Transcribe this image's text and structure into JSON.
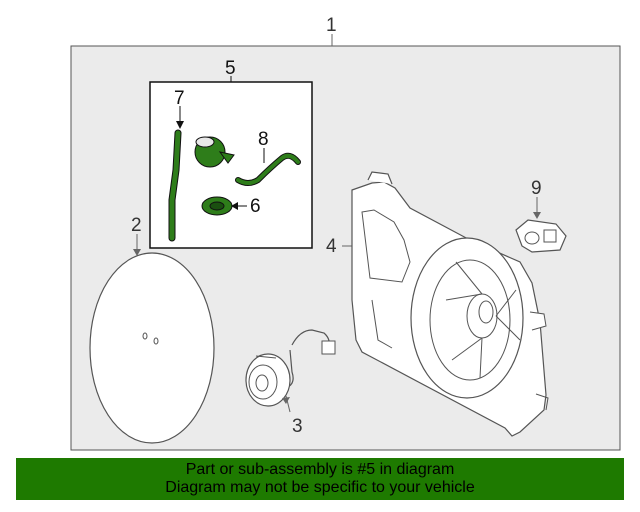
{
  "callouts": {
    "c1": "1",
    "c2": "2",
    "c3": "3",
    "c4": "4",
    "c5": "5",
    "c6": "6",
    "c7": "7",
    "c8": "8",
    "c9": "9"
  },
  "banner": {
    "line1": "Part or sub-assembly is #5 in diagram",
    "line2": "Diagram may not be specific to your vehicle"
  },
  "colors": {
    "banner_bg": "#1e7a00",
    "panel_bg": "#ebebeb",
    "highlight_part": "#2e7d1a",
    "line": "#444444"
  }
}
